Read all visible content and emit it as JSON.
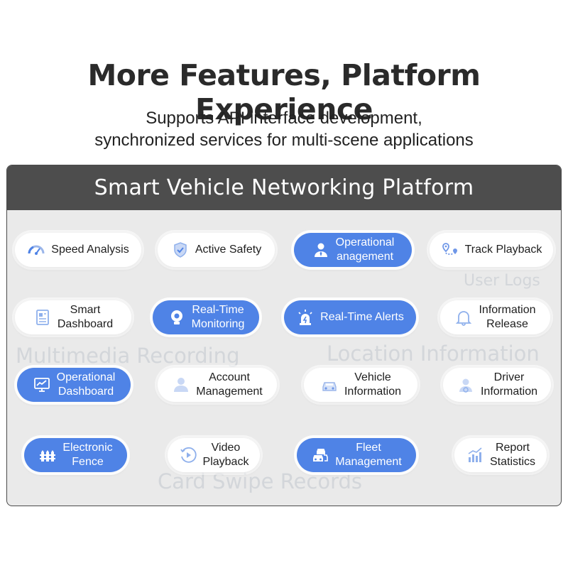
{
  "headline": "More Features, Platform Experience",
  "subtitle_line1": "Supports API interface development,",
  "subtitle_line2": "synchronized services for multi-scene applications",
  "panel_title": "Smart Vehicle Networking Platform",
  "background_labels": {
    "user_logs": "User Logs",
    "multimedia_recording": "Multimedia Recording",
    "location_information": "Location Information",
    "card_swipe_records": "Card Swipe Records"
  },
  "colors": {
    "accent_blue": "#4f83e6",
    "header_gray": "#4d4d4d",
    "panel_bg": "#eaeaea"
  },
  "features": {
    "speed_analysis": {
      "label": "Speed Analysis",
      "icon": "speedometer-icon"
    },
    "active_safety": {
      "label": "Active Safety",
      "icon": "shield-icon"
    },
    "operational_management": {
      "label": "Operational\nanagement",
      "icon": "manager-icon"
    },
    "track_playback": {
      "label": "Track Playback",
      "icon": "route-pin-icon"
    },
    "smart_dashboard": {
      "label": "Smart\nDashboard",
      "icon": "document-icon"
    },
    "realtime_monitoring": {
      "label": "Real-Time\nMonitoring",
      "icon": "webcam-icon"
    },
    "realtime_alerts": {
      "label": "Real-Time Alerts",
      "icon": "alarm-light-icon"
    },
    "information_release": {
      "label": "Information\nRelease",
      "icon": "bell-icon"
    },
    "operational_dashboard": {
      "label": "Operational\nDashboard",
      "icon": "monitor-chart-icon"
    },
    "account_management": {
      "label": "Account\nManagement",
      "icon": "user-icon"
    },
    "vehicle_information": {
      "label": "Vehicle\nInformation",
      "icon": "car-icon"
    },
    "driver_information": {
      "label": "Driver\nInformation",
      "icon": "driver-icon"
    },
    "electronic_fence": {
      "label": "Electronic\nFence",
      "icon": "fence-icon"
    },
    "video_playback": {
      "label": "Video\nPlayback",
      "icon": "play-circle-icon"
    },
    "fleet_management": {
      "label": "Fleet\nManagement",
      "icon": "fleet-cars-icon"
    },
    "report_statistics": {
      "label": "Report\nStatistics",
      "icon": "bar-chart-icon"
    }
  }
}
